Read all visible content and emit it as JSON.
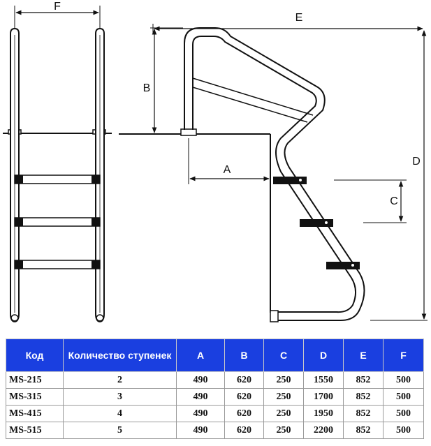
{
  "diagram": {
    "dimension_labels": {
      "A": "A",
      "B": "B",
      "C": "C",
      "D": "D",
      "E": "E",
      "F": "F"
    },
    "num_steps_drawn": 3
  },
  "table": {
    "header_color": "#1a3fe0",
    "headers": {
      "code": "Код",
      "steps": "Количество ступенек",
      "A": "A",
      "B": "B",
      "C": "C",
      "D": "D",
      "E": "E",
      "F": "F"
    },
    "rows": [
      {
        "code": "MS-215",
        "steps": "2",
        "A": "490",
        "B": "620",
        "C": "250",
        "D": "1550",
        "E": "852",
        "F": "500"
      },
      {
        "code": "MS-315",
        "steps": "3",
        "A": "490",
        "B": "620",
        "C": "250",
        "D": "1700",
        "E": "852",
        "F": "500"
      },
      {
        "code": "MS-415",
        "steps": "4",
        "A": "490",
        "B": "620",
        "C": "250",
        "D": "1950",
        "E": "852",
        "F": "500"
      },
      {
        "code": "MS-515",
        "steps": "5",
        "A": "490",
        "B": "620",
        "C": "250",
        "D": "2200",
        "E": "852",
        "F": "500"
      }
    ]
  }
}
